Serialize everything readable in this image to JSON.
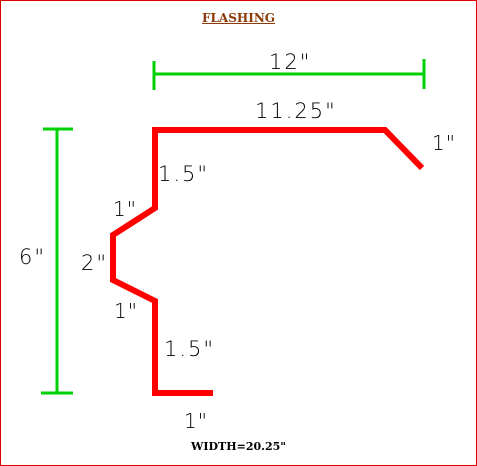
{
  "title": {
    "text": "FLASHING",
    "color": "#8b3a0a"
  },
  "colors": {
    "profile": "#ff0000",
    "dimension_lines": "#00d000",
    "frame": "#e00000"
  },
  "dimensions": {
    "overall_top": "12\"",
    "top_run": "11.25\"",
    "lip_right": "1\"",
    "upper_vertical": "1.5\"",
    "upper_jog": "1\"",
    "middle_vertical": "2\"",
    "lower_jog": "1\"",
    "lower_vertical": "1.5\"",
    "bottom_foot": "1\"",
    "overall_height": "6\""
  },
  "width_note": "WIDTH=20.25\""
}
